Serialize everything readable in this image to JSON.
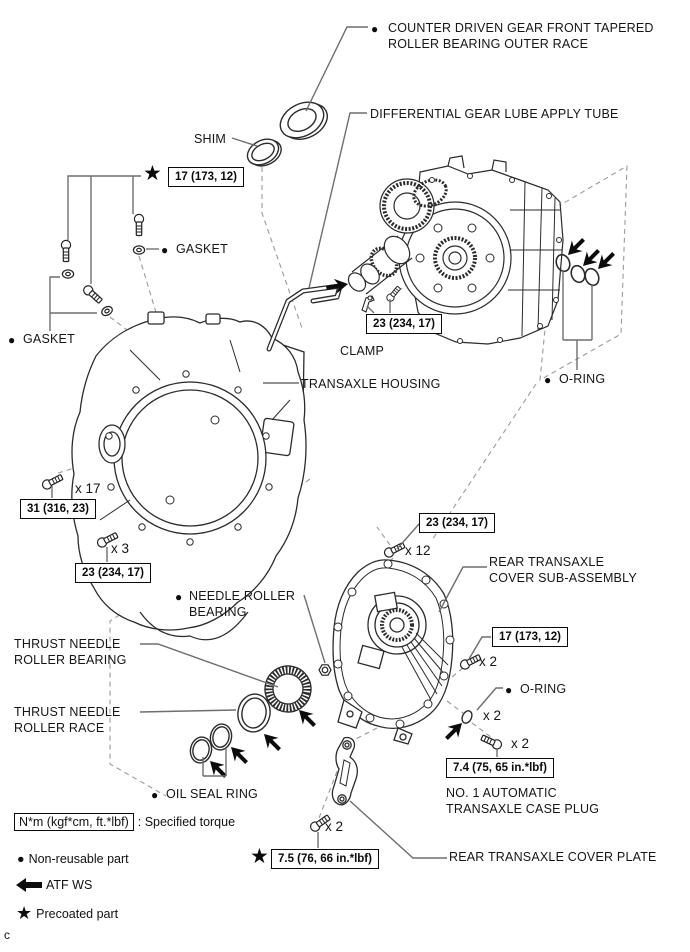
{
  "diagram": {
    "labels": {
      "counter_driven_1": "COUNTER DRIVEN GEAR FRONT TAPERED",
      "counter_driven_2": "ROLLER BEARING OUTER RACE",
      "diff_tube": "DIFFERENTIAL GEAR LUBE APPLY TUBE",
      "shim": "SHIM",
      "gasket_top": "GASKET",
      "gasket_left": "GASKET",
      "clamp": "CLAMP",
      "transaxle_housing": "TRANSAXLE HOUSING",
      "oring_right": "O-RING",
      "needle_roller_1": "NEEDLE ROLLER",
      "needle_roller_2": "BEARING",
      "thrust_bearing_1": "THRUST NEEDLE",
      "thrust_bearing_2": "ROLLER BEARING",
      "thrust_race_1": "THRUST NEEDLE",
      "thrust_race_2": "ROLLER RACE",
      "oil_seal_ring": "OIL SEAL RING",
      "rear_cover_1": "REAR TRANSAXLE",
      "rear_cover_2": "COVER SUB-ASSEMBLY",
      "oring_mid": "O-RING",
      "case_plug_1": "NO. 1 AUTOMATIC",
      "case_plug_2": "TRANSAXLE CASE PLUG",
      "cover_plate": "REAR TRANSAXLE COVER PLATE"
    },
    "torque_specs": {
      "precoated_17": "17 (173, 12)",
      "clamp_23": "23 (234, 17)",
      "housing_31": "31 (316, 23)",
      "housing_23": "23 (234, 17)",
      "cover_23": "23 (234, 17)",
      "cover_17": "17 (173, 12)",
      "plug_74": "7.4 (75, 65 in.*lbf)",
      "plate_75": "7.5 (76, 66 in.*lbf)"
    },
    "quantities": {
      "housing_bolts": "x 17",
      "housing_bolts_small": "x 3",
      "cover_bolts": "x 12",
      "cover_bolts_17": "x 2",
      "oring_qty": "x 2",
      "plug_qty": "x 2",
      "plate_bolt_qty": "x 2"
    },
    "legend": {
      "torque_unit": "N*m (kgf*cm, ft.*lbf)",
      "torque_desc": ": Specified torque",
      "non_reusable": "Non-reusable part",
      "atf": "ATF WS",
      "precoated": "Precoated part"
    },
    "symbols": {
      "bullet": "●",
      "star": "★"
    },
    "footer": "c"
  }
}
